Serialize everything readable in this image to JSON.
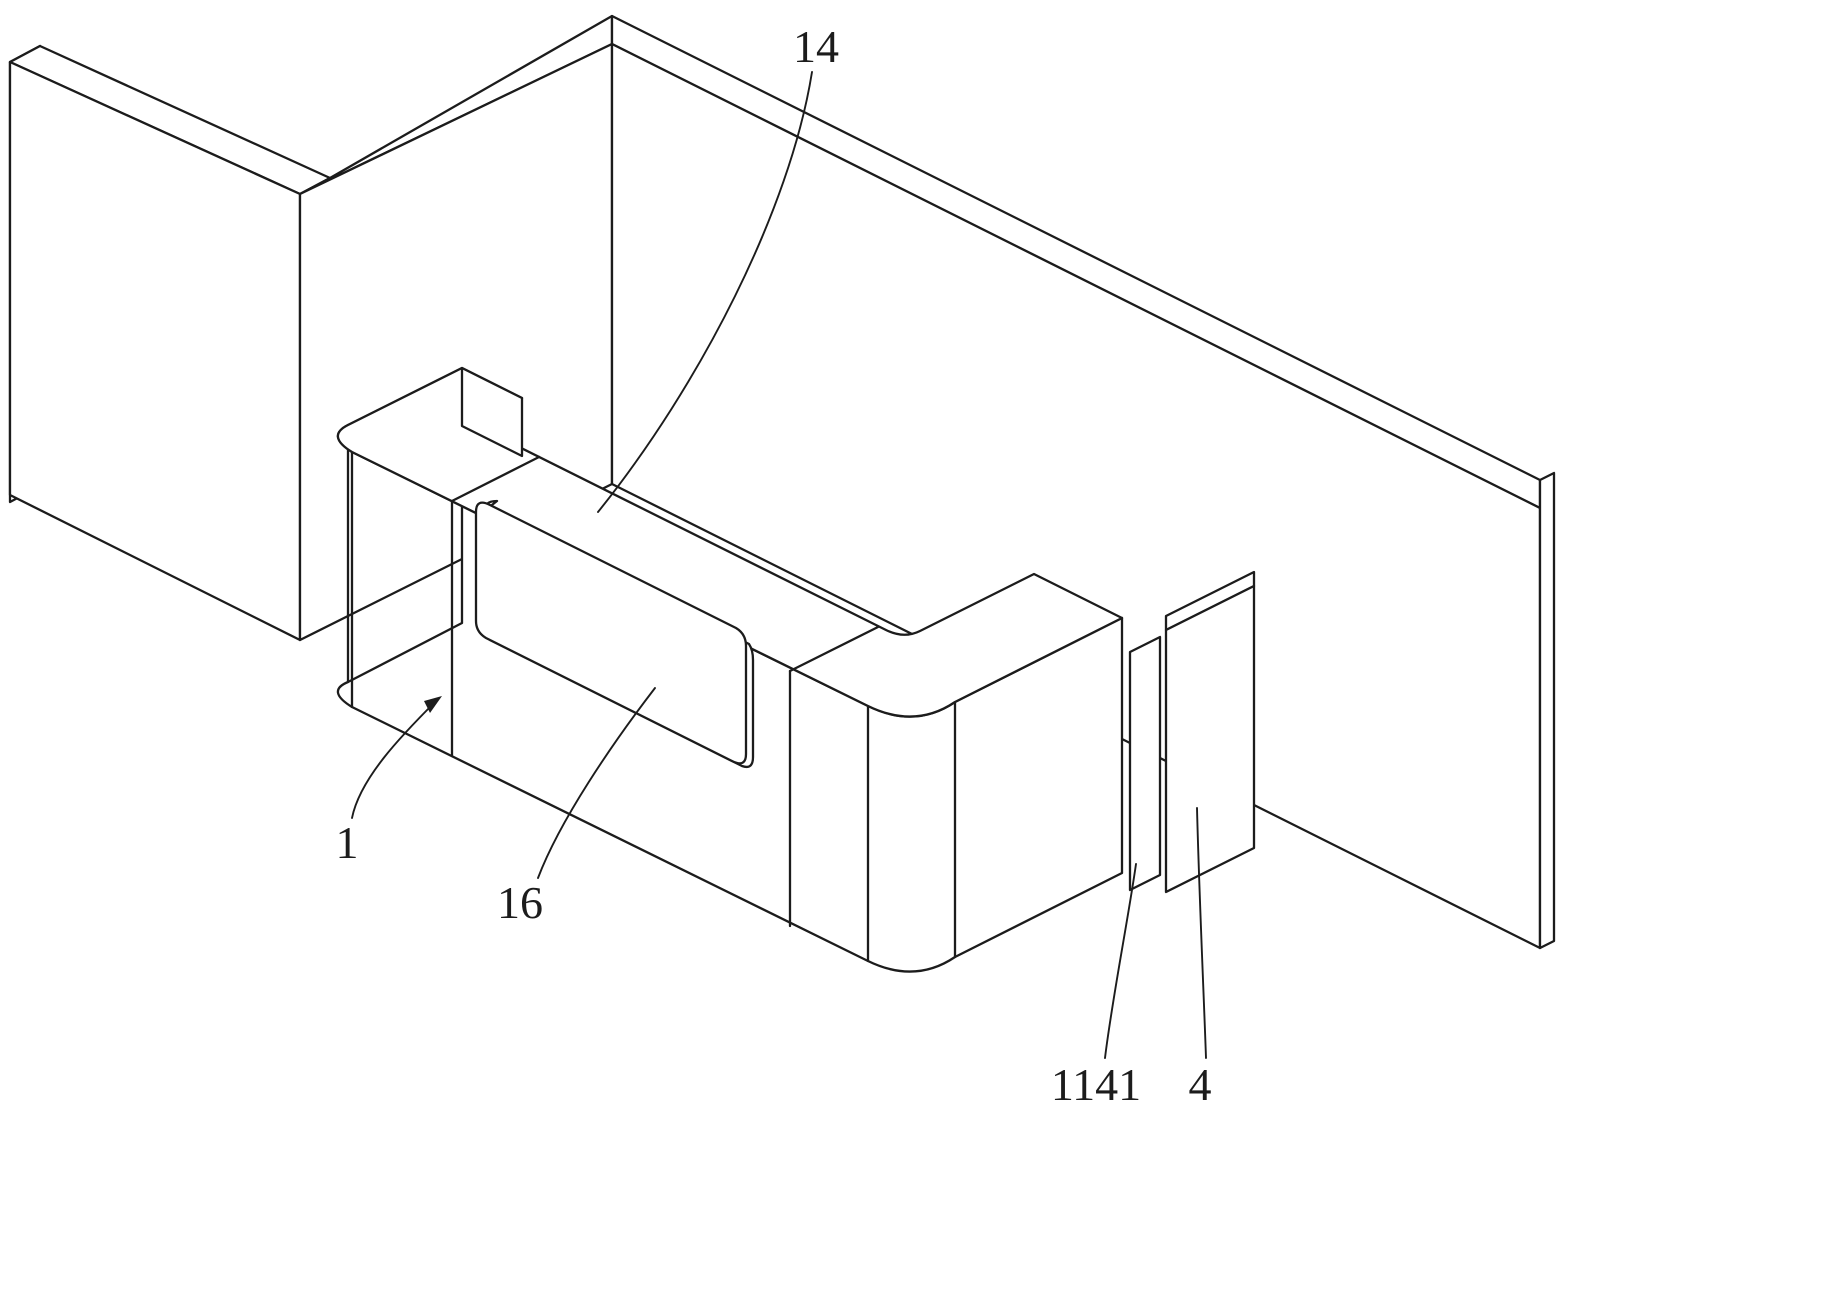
{
  "figure": {
    "type": "isometric-patent-line-drawing",
    "background_color": "#ffffff",
    "line_color": "#1c1c1c",
    "label_color": "#1c1c1c",
    "labels": [
      {
        "id": "14",
        "text": "14",
        "points_to": "countertop-surface"
      },
      {
        "id": "1",
        "text": "1",
        "points_to": "counter-front-body"
      },
      {
        "id": "16",
        "text": "16",
        "points_to": "front-attached-panel"
      },
      {
        "id": "1141",
        "text": "1141",
        "points_to": "narrow-end-strip"
      },
      {
        "id": "4",
        "text": "4",
        "points_to": "right-end-panel"
      }
    ]
  }
}
